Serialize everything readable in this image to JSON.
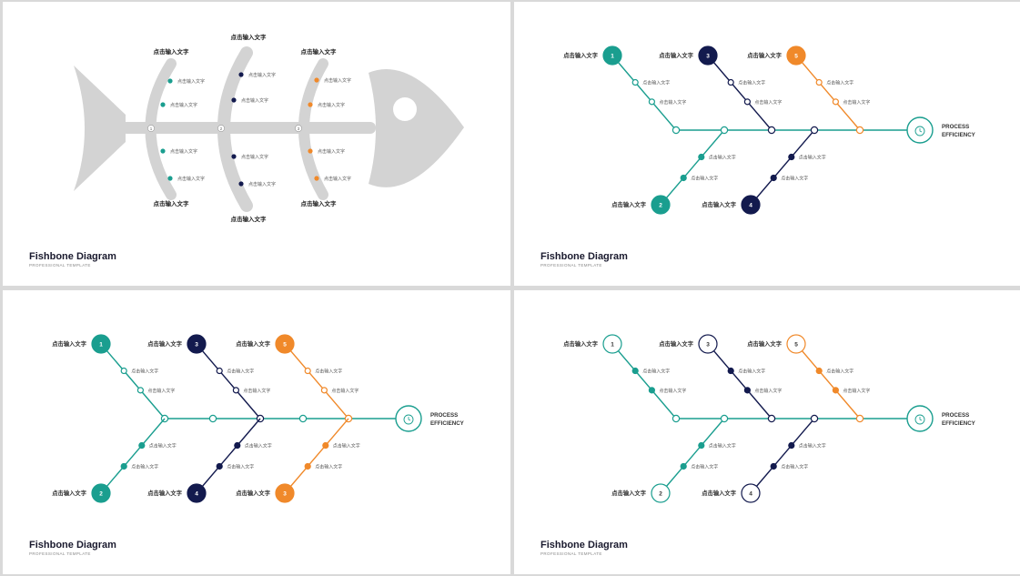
{
  "colors": {
    "teal": "#1a9e8f",
    "navy": "#131a4e",
    "orange": "#f0892a",
    "gray": "#d3d3d3"
  },
  "slides": [
    {
      "title": "Fishbone Diagram",
      "subtitle": "PROFESSIONAL TEMPLATE"
    },
    {
      "title": "Fishbone Diagram",
      "subtitle": "PROFESSIONAL TEMPLATE"
    },
    {
      "title": "Fishbone Diagram",
      "subtitle": "PROFESSIONAL TEMPLATE"
    },
    {
      "title": "Fishbone Diagram",
      "subtitle": "PROFESSIONAL TEMPLATE"
    }
  ],
  "fish": {
    "top_labels": [
      "点击输入文字",
      "点击输入文字",
      "点击输入文字"
    ],
    "bottom_labels": [
      "点击输入文字",
      "点击输入文字",
      "点击输入文字"
    ],
    "rib_numbers": [
      "1",
      "2",
      "3"
    ],
    "item_text": "点击输入文字"
  },
  "diagram": {
    "head_label_line1": "PROCESS",
    "head_label_line2": "EFFICIENCY",
    "cause_label": "点击输入文字",
    "item_text": "点击输入文字",
    "top_numbers": [
      "1",
      "3",
      "5"
    ],
    "bottom_numbers_slide2": [
      "2",
      "4"
    ],
    "bottom_numbers_slide3": [
      "2",
      "4",
      "3"
    ],
    "bottom_numbers_slide4": [
      "2",
      "4"
    ]
  }
}
